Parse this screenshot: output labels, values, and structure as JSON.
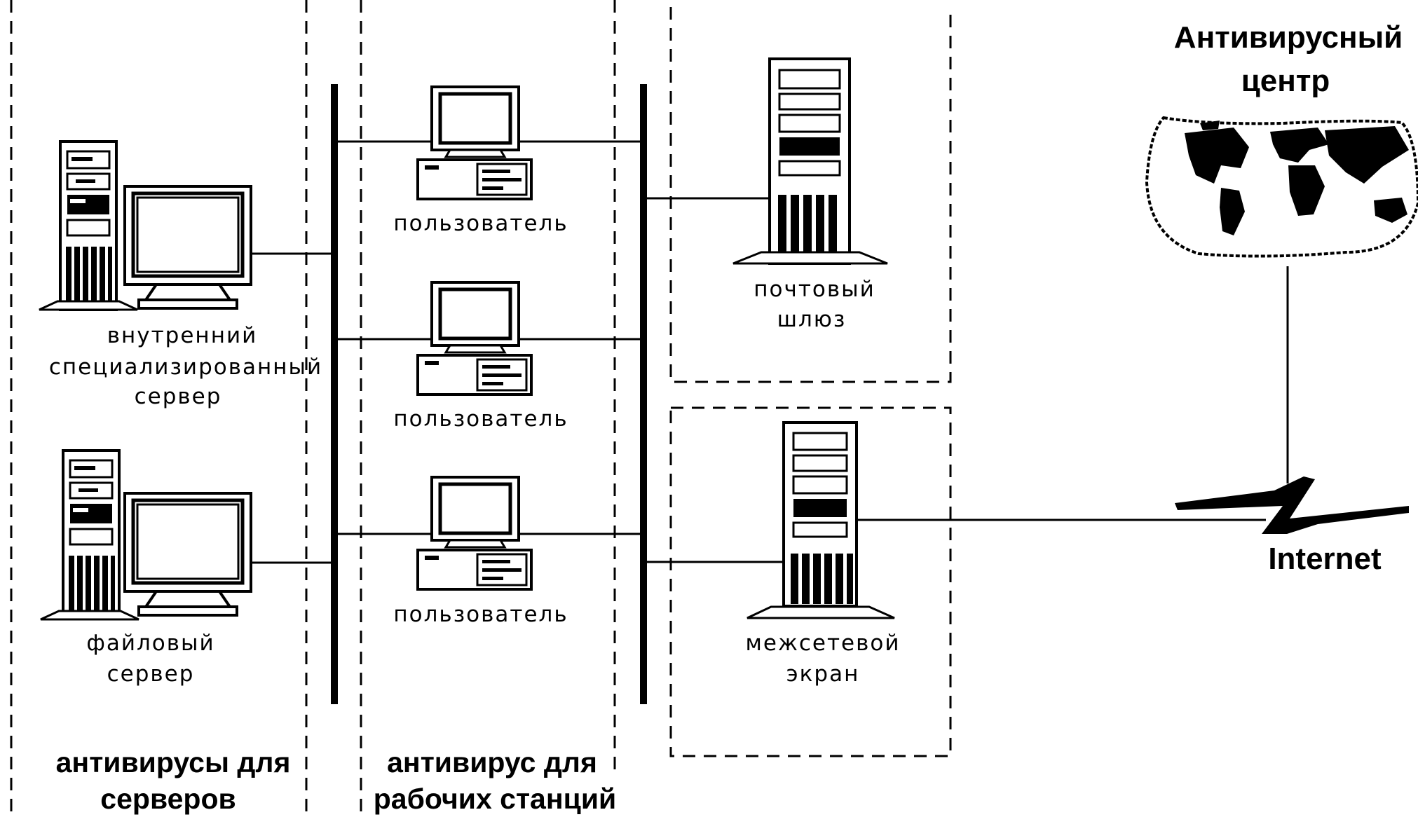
{
  "labels": {
    "user": "пользователь",
    "internal_server": [
      "внутренний",
      "специализированный",
      "сервер"
    ],
    "file_server": [
      "файловый",
      "сервер"
    ],
    "mail_gateway": [
      "почтовый",
      "шлюз"
    ],
    "firewall": [
      "межсетевой",
      "экран"
    ],
    "antivirus_center": [
      "Антивирусный",
      "центр"
    ],
    "internet": "Internet"
  },
  "zone_captions": {
    "servers": [
      "антивирусы для",
      "серверов"
    ],
    "workstations": [
      "антивирус для",
      "рабочих станций"
    ]
  },
  "icons": {
    "server_tower": "server-tower-icon",
    "monitor": "crt-monitor-icon",
    "desktop": "desktop-computer-icon",
    "globe": "world-map-icon",
    "lightning": "internet-lightning-icon"
  },
  "colors": {
    "line": "#000000",
    "background": "#ffffff"
  }
}
